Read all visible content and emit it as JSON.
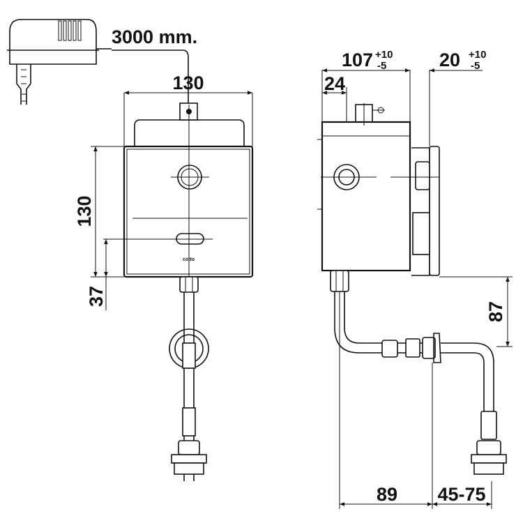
{
  "drawing": {
    "cable_length": "3000 mm.",
    "front_view": {
      "width_dim": "130",
      "height_dim": "130",
      "sensor_offset_dim": "37",
      "logo": "cotto"
    },
    "side_view": {
      "depth_dim": "107",
      "depth_tol_plus": "+10",
      "depth_tol_minus": "-5",
      "wall_dim": "20",
      "wall_tol_plus": "+10",
      "wall_tol_minus": "-5",
      "inlet_offset_dim": "24",
      "drop_dim": "87",
      "outlet_dim": "89",
      "adjust_dim": "45-75"
    }
  }
}
